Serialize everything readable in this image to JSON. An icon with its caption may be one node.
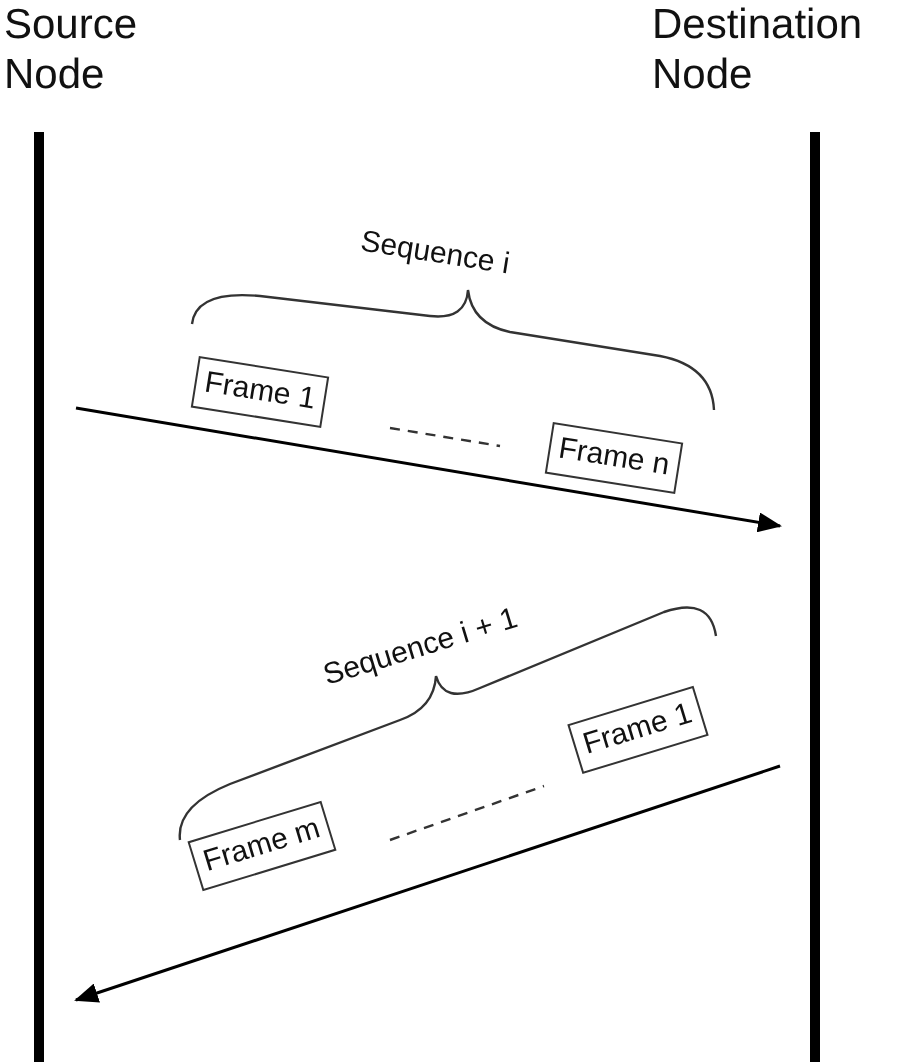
{
  "diagram": {
    "nodes": [
      {
        "text": [
          "Source Node"
        ]
      },
      {
        "text": [
          "Destination Node"
        ]
      },
      {
        "text": [
          "Frame 1"
        ]
      },
      {
        "text": [
          "Frame n"
        ]
      },
      {
        "text": [
          "Frame m"
        ]
      },
      {
        "text": [
          "Frame 1"
        ]
      }
    ],
    "edges": [
      {
        "from": 0,
        "to": 1,
        "arrow": "to"
      },
      {
        "from": 1,
        "to": 0,
        "arrow": "to"
      }
    ],
    "labels": [
      "Sequence i",
      "Sequence i + 1"
    ]
  }
}
